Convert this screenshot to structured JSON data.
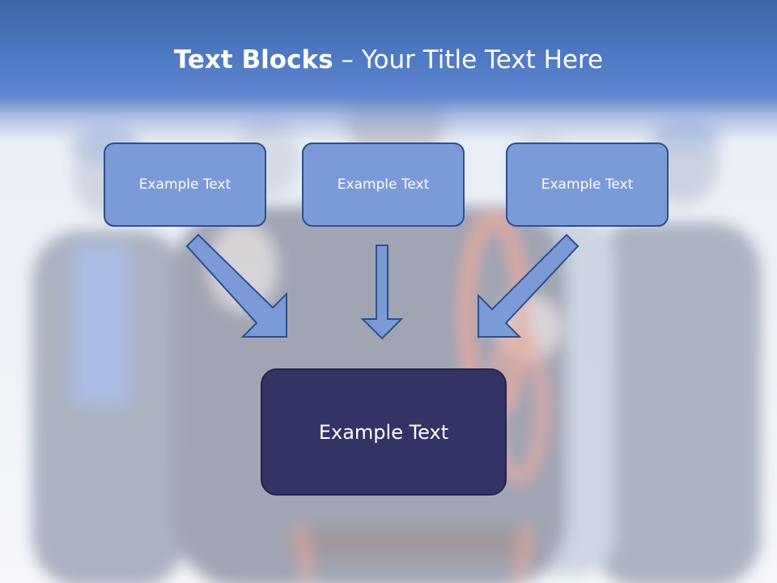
{
  "title": {
    "bold": "Text Blocks",
    "dash": " – ",
    "regular": "Your Title Text Here"
  },
  "blocks": {
    "left": "Example Text",
    "center": "Example Text",
    "right": "Example Text",
    "main": "Example Text"
  },
  "colors": {
    "title_band": "#4e79c4",
    "small_box_fill": "#7b9ad8",
    "small_box_border": "#2e4f8c",
    "main_box_fill": "#333366",
    "arrow_fill": "#7b9ad8"
  }
}
